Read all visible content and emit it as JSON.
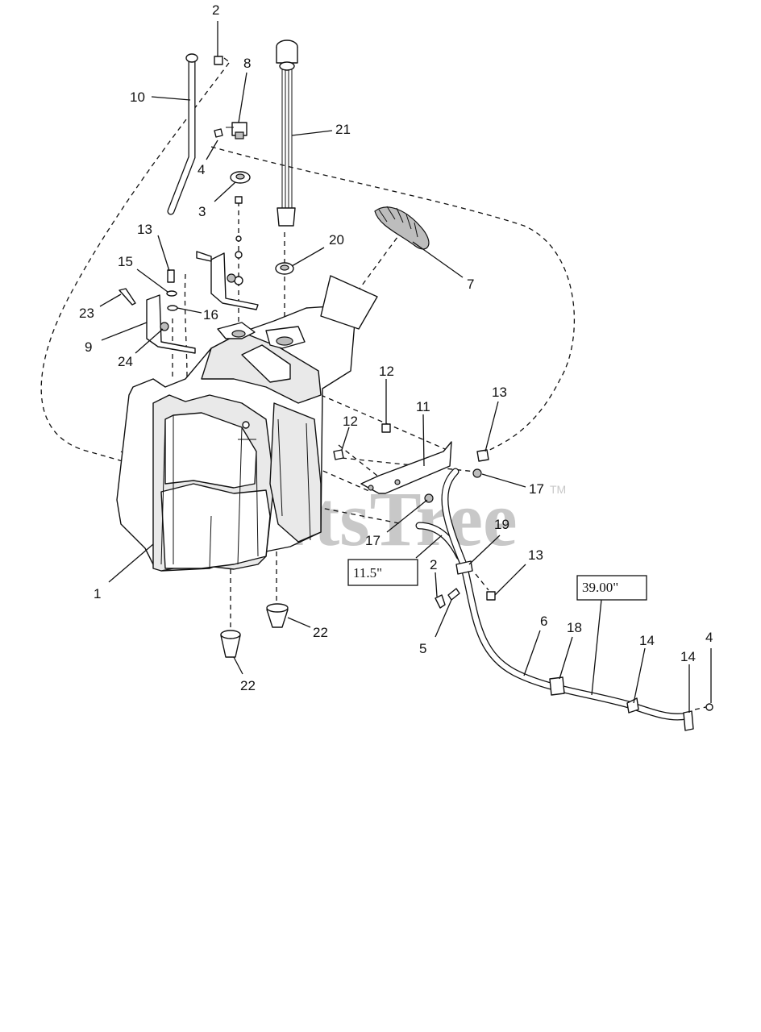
{
  "watermark": {
    "text": "PartsTree",
    "trademark": "TM"
  },
  "dimensions": [
    {
      "id": "dim-hose-short",
      "text": "11.5\""
    },
    {
      "id": "dim-hose-long",
      "text": "39.00\""
    }
  ],
  "callouts": [
    {
      "id": "c2a",
      "text": "2",
      "part": "fuel-fitting"
    },
    {
      "id": "c8",
      "text": "8",
      "part": "fuel-valve"
    },
    {
      "id": "c10",
      "text": "10",
      "part": "fuel-vent-tube"
    },
    {
      "id": "c21",
      "text": "21",
      "part": "fuel-sender"
    },
    {
      "id": "c4a",
      "text": "4",
      "part": "hose-clamp"
    },
    {
      "id": "c3",
      "text": "3",
      "part": "grommet"
    },
    {
      "id": "c20",
      "text": "20",
      "part": "sender-grommet"
    },
    {
      "id": "c7",
      "text": "7",
      "part": "fuel-cap"
    },
    {
      "id": "c13a",
      "text": "13",
      "part": "bolt"
    },
    {
      "id": "c15",
      "text": "15",
      "part": "washer"
    },
    {
      "id": "c23",
      "text": "23",
      "part": "screw"
    },
    {
      "id": "c16",
      "text": "16",
      "part": "lock-washer"
    },
    {
      "id": "c9",
      "text": "9",
      "part": "tank-bracket"
    },
    {
      "id": "c24",
      "text": "24",
      "part": "nut"
    },
    {
      "id": "c12a",
      "text": "12",
      "part": "bolt"
    },
    {
      "id": "c11",
      "text": "11",
      "part": "mount-bracket"
    },
    {
      "id": "c13b",
      "text": "13",
      "part": "bolt"
    },
    {
      "id": "c12b",
      "text": "12",
      "part": "bolt"
    },
    {
      "id": "c17a",
      "text": "17",
      "part": "lock-nut"
    },
    {
      "id": "c17b",
      "text": "17",
      "part": "lock-nut"
    },
    {
      "id": "c19",
      "text": "19",
      "part": "hose-clip"
    },
    {
      "id": "c13c",
      "text": "13",
      "part": "bolt"
    },
    {
      "id": "c2b",
      "text": "2",
      "part": "fuel-fitting"
    },
    {
      "id": "c5",
      "text": "5",
      "part": "elbow-fitting"
    },
    {
      "id": "c1",
      "text": "1",
      "part": "fuel-tank"
    },
    {
      "id": "c22a",
      "text": "22",
      "part": "rubber-foot"
    },
    {
      "id": "c22b",
      "text": "22",
      "part": "rubber-foot"
    },
    {
      "id": "c6",
      "text": "6",
      "part": "fuel-hose"
    },
    {
      "id": "c18",
      "text": "18",
      "part": "fuel-filter"
    },
    {
      "id": "c14a",
      "text": "14",
      "part": "cable-tie"
    },
    {
      "id": "c14b",
      "text": "14",
      "part": "cable-tie"
    },
    {
      "id": "c4b",
      "text": "4",
      "part": "hose-clamp"
    }
  ]
}
